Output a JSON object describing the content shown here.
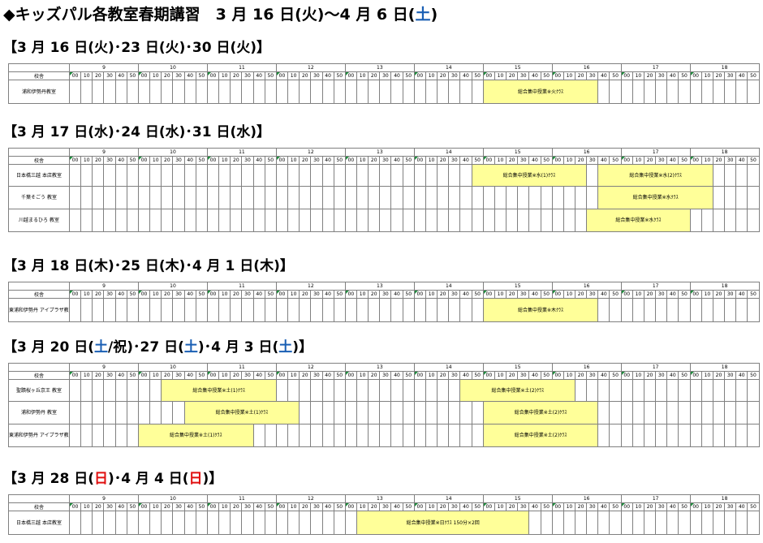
{
  "page_title": {
    "prefix": "◆キッズパル各教室春期講習　3 月 16 日(火)～4 月 6 日(",
    "blue": "土",
    "suffix": ")"
  },
  "header": {
    "school_label": "校舎",
    "hours": [
      "9",
      "10",
      "11",
      "12",
      "13",
      "14",
      "15",
      "16",
      "17",
      "18"
    ],
    "minutes": [
      "00",
      "10",
      "20",
      "30",
      "40",
      "50"
    ]
  },
  "sections": [
    {
      "title_parts": [
        {
          "text": "【3 月 16 日(火)･23 日(火)･30 日(火)】",
          "color": ""
        }
      ],
      "rows": [
        {
          "school": "浦和伊勢丹教室",
          "bars": [
            {
              "start": 15.0,
              "end": 16.6667,
              "label": "総合集中授業※火ｸﾗｽ"
            }
          ]
        }
      ]
    },
    {
      "title_parts": [
        {
          "text": "【3 月 17 日(水)･24 日(水)･31 日(水)】",
          "color": ""
        }
      ],
      "rows": [
        {
          "school": "日本橋三越 本店教室",
          "bars": [
            {
              "start": 14.8333,
              "end": 16.5,
              "label": "総合集中授業※水(1)ｸﾗｽ"
            },
            {
              "start": 16.6667,
              "end": 18.3333,
              "label": "総合集中授業※水(2)ｸﾗｽ"
            }
          ]
        },
        {
          "school": "千葉そごう 教室",
          "bars": [
            {
              "start": 16.6667,
              "end": 18.3333,
              "label": "総合集中授業※水ｸﾗｽ"
            }
          ]
        },
        {
          "school": "川越まるひろ 教室",
          "bars": [
            {
              "start": 16.4167,
              "end": 18.0833,
              "label": "総合集中授業※水ｸﾗｽ"
            }
          ]
        }
      ]
    },
    {
      "title_parts": [
        {
          "text": "【3 月 18 日(木)･25 日(木)･4 月 1 日(木)】",
          "color": ""
        }
      ],
      "rows": [
        {
          "school": "東浦和伊勢丹 アイプラザ教室",
          "bars": [
            {
              "start": 15.0,
              "end": 16.6667,
              "label": "総合集中授業※木ｸﾗｽ"
            }
          ]
        }
      ]
    },
    {
      "title_parts": [
        {
          "text": "【3 月 20 日(",
          "color": ""
        },
        {
          "text": "土",
          "color": "blue"
        },
        {
          "text": "/祝)･27 日(",
          "color": ""
        },
        {
          "text": "土",
          "color": "blue"
        },
        {
          "text": ")･4 月 3 日(",
          "color": ""
        },
        {
          "text": "土",
          "color": "blue"
        },
        {
          "text": ")】",
          "color": ""
        }
      ],
      "rows": [
        {
          "school": "聖蹟桜ヶ丘京王 教室",
          "bars": [
            {
              "start": 10.3333,
              "end": 12.0,
              "label": "総合集中授業※土(1)ｸﾗｽ"
            },
            {
              "start": 14.6667,
              "end": 16.3333,
              "label": "総合集中授業※土(2)ｸﾗｽ"
            }
          ]
        },
        {
          "school": "浦和伊勢丹 教室",
          "bars": [
            {
              "start": 10.6667,
              "end": 12.3333,
              "label": "総合集中授業※土(1)ｸﾗｽ"
            },
            {
              "start": 15.0,
              "end": 16.6667,
              "label": "総合集中授業※土(2)ｸﾗｽ"
            }
          ]
        },
        {
          "school": "東浦和伊勢丹 アイプラザ教室",
          "bars": [
            {
              "start": 10.0,
              "end": 11.6667,
              "label": "総合集中授業※土(1)ｸﾗｽ"
            },
            {
              "start": 15.0,
              "end": 16.6667,
              "label": "総合集中授業※土(2)ｸﾗｽ"
            }
          ]
        }
      ]
    },
    {
      "title_parts": [
        {
          "text": "【3 月 28 日(",
          "color": ""
        },
        {
          "text": "日",
          "color": "red"
        },
        {
          "text": ")･4 月 4 日(",
          "color": ""
        },
        {
          "text": "日",
          "color": "red"
        },
        {
          "text": ")】",
          "color": ""
        }
      ],
      "rows": [
        {
          "school": "日本橋三越 本店教室",
          "bars": [
            {
              "start": 13.1667,
              "end": 15.6667,
              "label": "総合集中授業※日ｸﾗｽ 150分×2回"
            }
          ]
        }
      ]
    }
  ],
  "colors": {
    "bar_fill": "#ffff99",
    "blue_text": "#1a5fb4",
    "red_text": "#e01010",
    "grid": "#808080"
  }
}
